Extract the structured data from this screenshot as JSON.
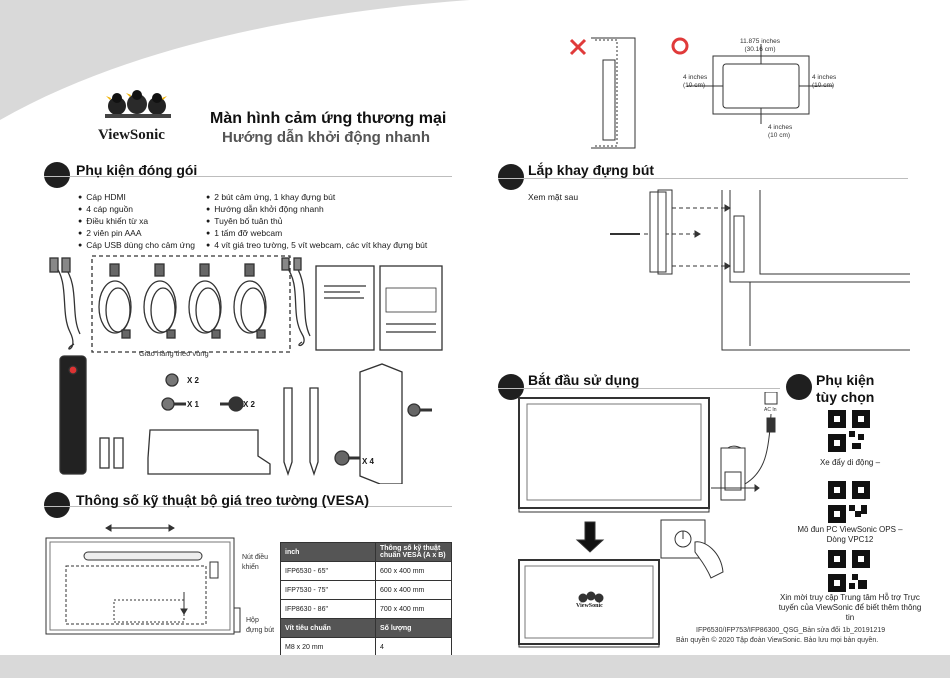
{
  "brand": {
    "name": "ViewSonic"
  },
  "header": {
    "title": "Màn hình cảm ứng thương mại",
    "subtitle": "Hướng dẫn khởi động nhanh"
  },
  "accessories": {
    "title": "Phụ kiện đóng gói",
    "col1": [
      "Cáp HDMI",
      "4 cáp nguồn",
      "Điều khiển từ xa",
      "2 viên pin AAA",
      "Cáp USB dùng cho cảm ứng"
    ],
    "col2": [
      "2 bút cảm ứng, 1 khay đựng bút",
      "Hướng dẫn khởi động nhanh",
      "Tuyên bố tuân thủ",
      "1 tấm đỡ webcam",
      "4 vít giá treo tường, 5 vít webcam, các vít khay đựng bút"
    ],
    "region_note": "Giao hàng theo vùng",
    "qty": {
      "x2_a": "X 2",
      "x1": "X 1",
      "x2_b": "X 2",
      "x4": "X 4"
    }
  },
  "vesa": {
    "title": "Thông số kỹ thuật bộ giá treo tường (VESA)",
    "label_button": "Nút điều khiển",
    "label_tray": "Hộp đựng bút",
    "table": {
      "h1": "inch",
      "h2": "Thông số kỹ thuật chuẩn VESA (A x B)",
      "rows": [
        {
          "model": "IFP6530 - 65\"",
          "spec": "600 x 400 mm"
        },
        {
          "model": "IFP7530 - 75\"",
          "spec": "600 x 400 mm"
        },
        {
          "model": "IFP8630 - 86\"",
          "spec": "700 x 400 mm"
        }
      ],
      "h3": "Vít tiêu chuẩn",
      "h4": "Số lượng",
      "screw": "M8 x 20 mm",
      "count": "4"
    }
  },
  "clearance": {
    "top": "11.875 inches",
    "top_cm": "(30.16 cm)",
    "left": "4 inches",
    "left_cm": "(10 cm)",
    "right": "4 inches",
    "right_cm": "(10 cm)",
    "bottom": "4 inches",
    "bottom_cm": "(10 cm)"
  },
  "pen_tray": {
    "title": "Lắp khay đựng bút",
    "note": "Xem mặt sau"
  },
  "getting_started": {
    "title": "Bắt đầu sử dụng",
    "ac_label": "AC In"
  },
  "optional": {
    "title_line1": "Phụ kiện",
    "title_line2": "tùy chọn",
    "items": [
      {
        "caption": "Xe đẩy di động –"
      },
      {
        "caption": "Mô đun PC ViewSonic OPS – Dòng VPC12"
      },
      {
        "caption": "Xin mời truy cập Trung tâm Hỗ trợ Trực tuyến của ViewSonic để biết thêm thông tin"
      }
    ]
  },
  "footer": {
    "doc_id": "IFP6530/IFP753/IFP86300_QSG_Bản sửa đổi 1b_20191219",
    "copyright": "Bản quyền © 2020 Tập đoàn ViewSonic. Bảo lưu mọi bản quyền."
  },
  "colors": {
    "dark": "#1f1f1f",
    "cross": "#e03a3a",
    "circle": "#e03a3a",
    "background_swoosh": "#d9d9d9"
  }
}
